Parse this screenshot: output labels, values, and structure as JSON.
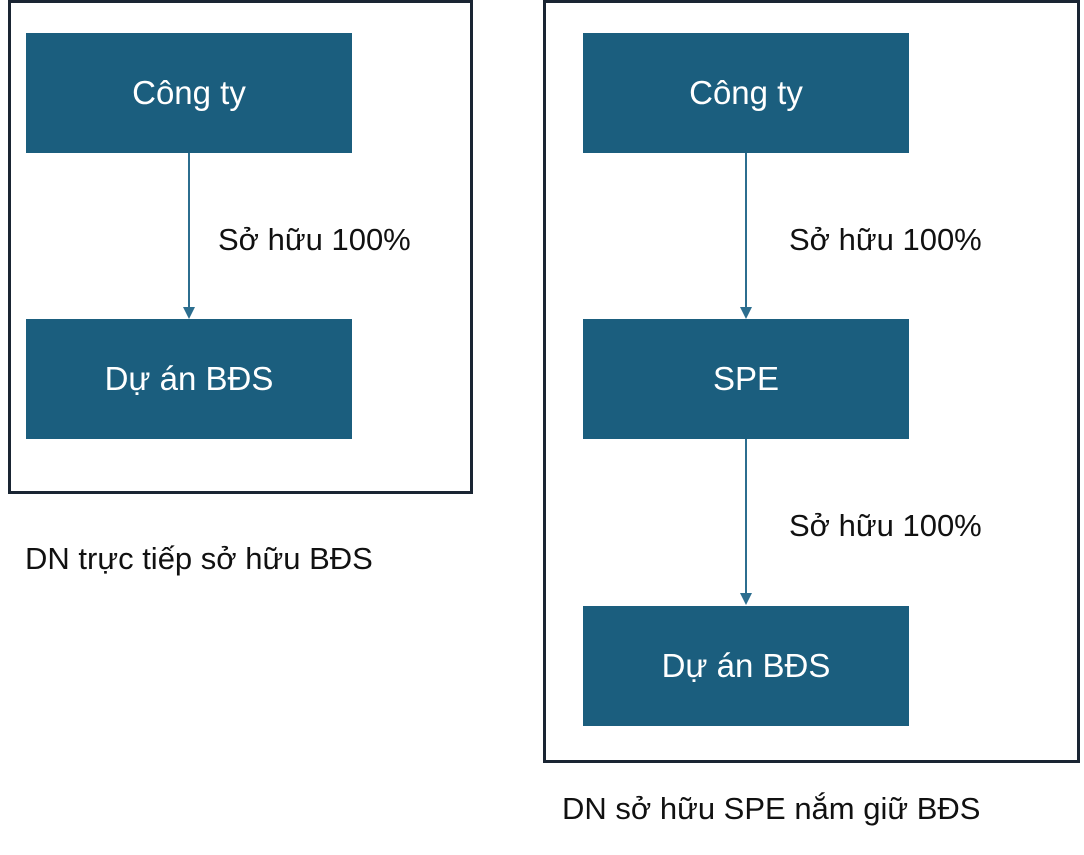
{
  "colors": {
    "node_fill": "#1b5e7e",
    "node_text": "#ffffff",
    "frame_border": "#1a2533",
    "connector": "#2c6e8f"
  },
  "left_diagram": {
    "nodes": [
      "Công ty",
      "Dự án BĐS"
    ],
    "edge_label": "Sở hữu 100%",
    "caption": "DN trực tiếp sở hữu BĐS"
  },
  "right_diagram": {
    "nodes": [
      "Công ty",
      "SPE",
      "Dự án BĐS"
    ],
    "edge_labels": [
      "Sở hữu 100%",
      "Sở hữu 100%"
    ],
    "caption": "DN sở hữu SPE nắm giữ BĐS"
  }
}
